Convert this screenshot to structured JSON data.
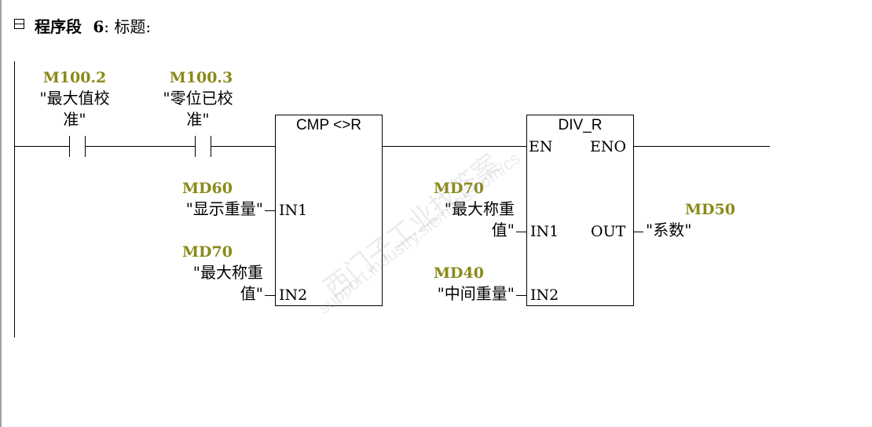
{
  "network": {
    "label": "程序段",
    "number": "6",
    "separator": ":",
    "title": "标题:",
    "collapse_icon": "collapse-minus-icon"
  },
  "contacts": [
    {
      "address": "M100.2",
      "comment_line1": "\"最大值校",
      "comment_line2": "准\""
    },
    {
      "address": "M100.3",
      "comment_line1": "\"零位已校",
      "comment_line2": "准\""
    }
  ],
  "cmp_block": {
    "name": "CMP <>R",
    "in1": {
      "pin": "IN1",
      "address": "MD60",
      "comment": "\"显示重量\""
    },
    "in2": {
      "pin": "IN2",
      "address": "MD70",
      "comment_line1": "\"最大称重",
      "comment_line2": "值\""
    }
  },
  "div_block": {
    "name": "DIV_R",
    "en": "EN",
    "eno": "ENO",
    "in1": {
      "pin": "IN1",
      "address": "MD70",
      "comment_line1": "\"最大称重",
      "comment_line2": "值\""
    },
    "in2": {
      "pin": "IN2",
      "address": "MD40",
      "comment": "\"中间重量\""
    },
    "out": {
      "pin": "OUT",
      "address": "MD50",
      "comment": "\"系数\""
    }
  },
  "watermark": {
    "line1": "西门子工业找答案",
    "line2": "support.industry.siemens.com/cs"
  },
  "colors": {
    "address": "#8a8a1a"
  }
}
